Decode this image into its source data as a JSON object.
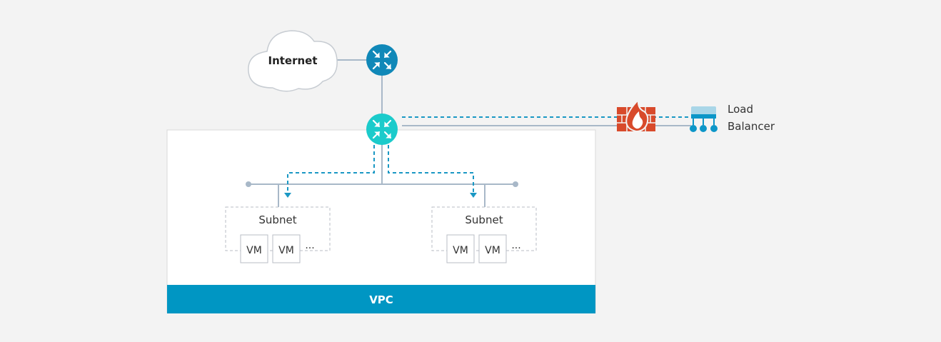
{
  "diagram": {
    "internet_label": "Internet",
    "load_balancer_label_line1": "Load",
    "load_balancer_label_line2": "Balancer",
    "vpc_label": "VPC",
    "subnets": [
      {
        "label": "Subnet",
        "vms": [
          "VM",
          "VM"
        ],
        "more": "···"
      },
      {
        "label": "Subnet",
        "vms": [
          "VM",
          "VM"
        ],
        "more": "···"
      }
    ]
  },
  "colors": {
    "background": "#f3f3f3",
    "vpc_bar": "#0096c3",
    "edge_router": "#1088b8",
    "vpc_router": "#1bcbcb",
    "firewall": "#d84a2b",
    "load_balancer": "#0c96c8",
    "line": "#a8b8c8",
    "dashed_path": "#1a98c4"
  },
  "icons": {
    "cloud": "internet-cloud-icon",
    "edge_router": "router-icon",
    "vpc_router": "vpc-router-icon",
    "firewall": "firewall-icon",
    "load_balancer": "load-balancer-icon"
  }
}
